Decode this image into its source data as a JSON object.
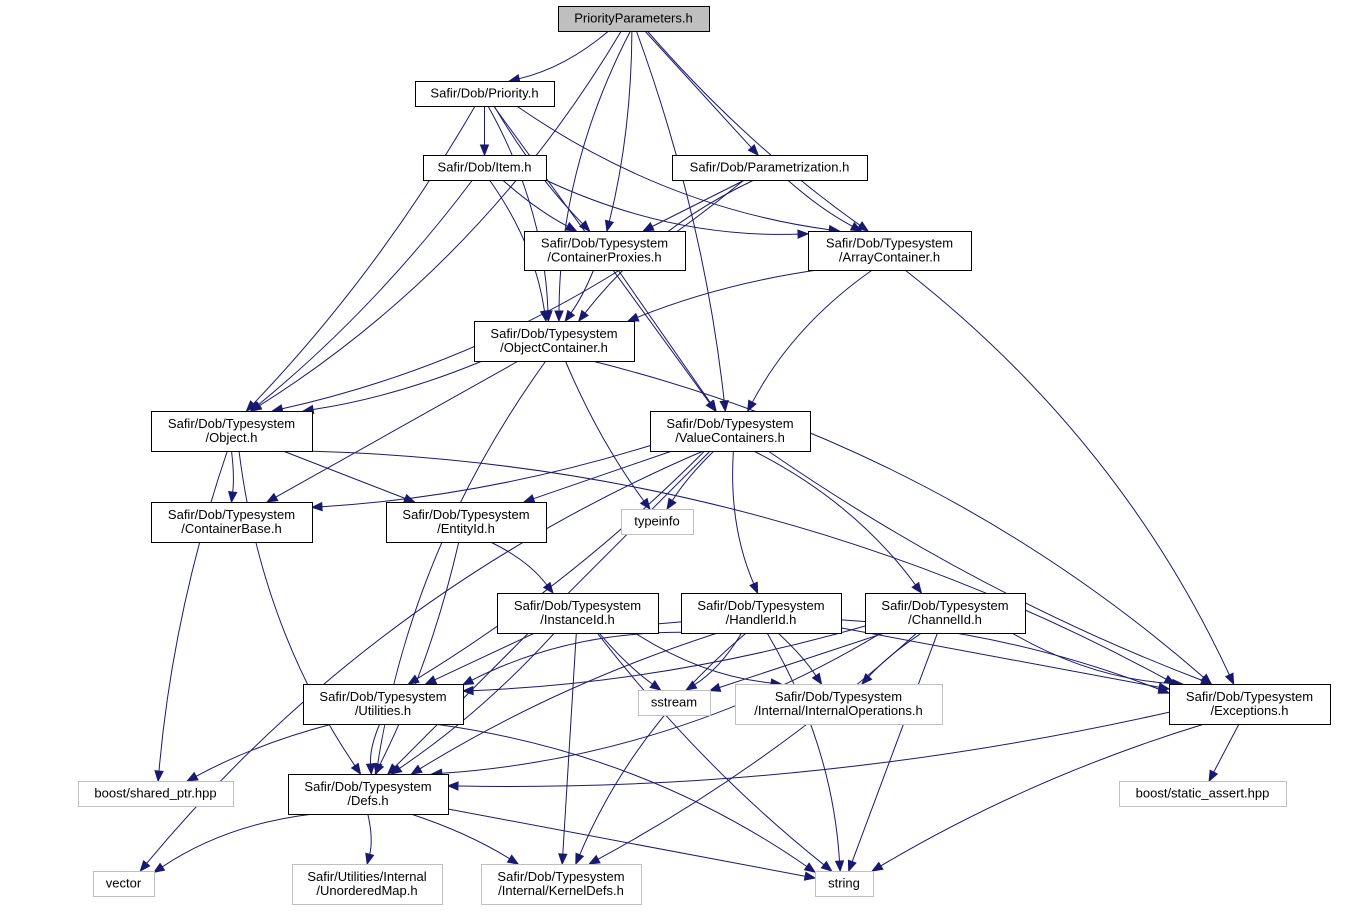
{
  "diagram": {
    "title": "PriorityParameters.h",
    "type": "include-dependency-graph",
    "colors": {
      "edge": "#191970",
      "root_fill": "#bfbfbf",
      "internal_border": "#000000",
      "external_border": "#bfbfbf"
    },
    "nodes": [
      {
        "id": "root",
        "lines": [
          "PriorityParameters.h"
        ],
        "kind": "root"
      },
      {
        "id": "priority",
        "lines": [
          "Safir/Dob/Priority.h"
        ],
        "kind": "internal"
      },
      {
        "id": "item",
        "lines": [
          "Safir/Dob/Item.h"
        ],
        "kind": "internal"
      },
      {
        "id": "parametrization",
        "lines": [
          "Safir/Dob/Parametrization.h"
        ],
        "kind": "internal"
      },
      {
        "id": "containerproxies",
        "lines": [
          "Safir/Dob/Typesystem",
          "/ContainerProxies.h"
        ],
        "kind": "internal"
      },
      {
        "id": "arraycontainer",
        "lines": [
          "Safir/Dob/Typesystem",
          "/ArrayContainer.h"
        ],
        "kind": "internal"
      },
      {
        "id": "objectcontainer",
        "lines": [
          "Safir/Dob/Typesystem",
          "/ObjectContainer.h"
        ],
        "kind": "internal"
      },
      {
        "id": "object",
        "lines": [
          "Safir/Dob/Typesystem",
          "/Object.h"
        ],
        "kind": "internal"
      },
      {
        "id": "valuecontainers",
        "lines": [
          "Safir/Dob/Typesystem",
          "/ValueContainers.h"
        ],
        "kind": "internal"
      },
      {
        "id": "containerbase",
        "lines": [
          "Safir/Dob/Typesystem",
          "/ContainerBase.h"
        ],
        "kind": "internal"
      },
      {
        "id": "entityid",
        "lines": [
          "Safir/Dob/Typesystem",
          "/EntityId.h"
        ],
        "kind": "internal"
      },
      {
        "id": "typeinfo",
        "lines": [
          "typeinfo"
        ],
        "kind": "external"
      },
      {
        "id": "instanceid",
        "lines": [
          "Safir/Dob/Typesystem",
          "/InstanceId.h"
        ],
        "kind": "internal"
      },
      {
        "id": "handlerid",
        "lines": [
          "Safir/Dob/Typesystem",
          "/HandlerId.h"
        ],
        "kind": "internal"
      },
      {
        "id": "channelid",
        "lines": [
          "Safir/Dob/Typesystem",
          "/ChannelId.h"
        ],
        "kind": "internal"
      },
      {
        "id": "utilities",
        "lines": [
          "Safir/Dob/Typesystem",
          "/Utilities.h"
        ],
        "kind": "internal"
      },
      {
        "id": "sstream",
        "lines": [
          "sstream"
        ],
        "kind": "external"
      },
      {
        "id": "internalops",
        "lines": [
          "Safir/Dob/Typesystem",
          "/Internal/InternalOperations.h"
        ],
        "kind": "external"
      },
      {
        "id": "exceptions",
        "lines": [
          "Safir/Dob/Typesystem",
          "/Exceptions.h"
        ],
        "kind": "internal"
      },
      {
        "id": "sharedptr",
        "lines": [
          "boost/shared_ptr.hpp"
        ],
        "kind": "external"
      },
      {
        "id": "defs",
        "lines": [
          "Safir/Dob/Typesystem",
          "/Defs.h"
        ],
        "kind": "internal"
      },
      {
        "id": "staticassert",
        "lines": [
          "boost/static_assert.hpp"
        ],
        "kind": "external"
      },
      {
        "id": "vector",
        "lines": [
          "vector"
        ],
        "kind": "external"
      },
      {
        "id": "unorderedmap",
        "lines": [
          "Safir/Utilities/Internal",
          "/UnorderedMap.h"
        ],
        "kind": "external"
      },
      {
        "id": "kerneldefs",
        "lines": [
          "Safir/Dob/Typesystem",
          "/Internal/KernelDefs.h"
        ],
        "kind": "external"
      },
      {
        "id": "string",
        "lines": [
          "string"
        ],
        "kind": "external"
      }
    ],
    "edges": [
      [
        "root",
        "priority"
      ],
      [
        "root",
        "containerproxies"
      ],
      [
        "root",
        "parametrization"
      ],
      [
        "root",
        "arraycontainer"
      ],
      [
        "root",
        "objectcontainer"
      ],
      [
        "root",
        "object"
      ],
      [
        "root",
        "valuecontainers"
      ],
      [
        "priority",
        "item"
      ],
      [
        "priority",
        "containerproxies"
      ],
      [
        "priority",
        "arraycontainer"
      ],
      [
        "priority",
        "objectcontainer"
      ],
      [
        "priority",
        "object"
      ],
      [
        "priority",
        "valuecontainers"
      ],
      [
        "item",
        "containerproxies"
      ],
      [
        "item",
        "arraycontainer"
      ],
      [
        "item",
        "objectcontainer"
      ],
      [
        "item",
        "object"
      ],
      [
        "parametrization",
        "containerproxies"
      ],
      [
        "parametrization",
        "arraycontainer"
      ],
      [
        "parametrization",
        "objectcontainer"
      ],
      [
        "parametrization",
        "object"
      ],
      [
        "containerproxies",
        "objectcontainer"
      ],
      [
        "containerproxies",
        "valuecontainers"
      ],
      [
        "arraycontainer",
        "objectcontainer"
      ],
      [
        "arraycontainer",
        "valuecontainers"
      ],
      [
        "arraycontainer",
        "exceptions"
      ],
      [
        "objectcontainer",
        "object"
      ],
      [
        "objectcontainer",
        "containerbase"
      ],
      [
        "objectcontainer",
        "typeinfo"
      ],
      [
        "objectcontainer",
        "defs"
      ],
      [
        "objectcontainer",
        "exceptions"
      ],
      [
        "object",
        "containerbase"
      ],
      [
        "object",
        "entityid"
      ],
      [
        "object",
        "sharedptr"
      ],
      [
        "object",
        "defs"
      ],
      [
        "object",
        "exceptions"
      ],
      [
        "valuecontainers",
        "containerbase"
      ],
      [
        "valuecontainers",
        "entityid"
      ],
      [
        "valuecontainers",
        "typeinfo"
      ],
      [
        "valuecontainers",
        "handlerid"
      ],
      [
        "valuecontainers",
        "channelid"
      ],
      [
        "valuecontainers",
        "utilities"
      ],
      [
        "valuecontainers",
        "defs"
      ],
      [
        "valuecontainers",
        "exceptions"
      ],
      [
        "valuecontainers",
        "vector"
      ],
      [
        "entityid",
        "instanceid"
      ],
      [
        "entityid",
        "defs"
      ],
      [
        "instanceid",
        "utilities"
      ],
      [
        "instanceid",
        "sstream"
      ],
      [
        "instanceid",
        "internalops"
      ],
      [
        "instanceid",
        "exceptions"
      ],
      [
        "instanceid",
        "defs"
      ],
      [
        "instanceid",
        "kerneldefs"
      ],
      [
        "instanceid",
        "string"
      ],
      [
        "handlerid",
        "utilities"
      ],
      [
        "handlerid",
        "sstream"
      ],
      [
        "handlerid",
        "internalops"
      ],
      [
        "handlerid",
        "exceptions"
      ],
      [
        "handlerid",
        "defs"
      ],
      [
        "handlerid",
        "kerneldefs"
      ],
      [
        "handlerid",
        "string"
      ],
      [
        "channelid",
        "utilities"
      ],
      [
        "channelid",
        "sstream"
      ],
      [
        "channelid",
        "internalops"
      ],
      [
        "channelid",
        "exceptions"
      ],
      [
        "channelid",
        "defs"
      ],
      [
        "channelid",
        "kerneldefs"
      ],
      [
        "channelid",
        "string"
      ],
      [
        "utilities",
        "sharedptr"
      ],
      [
        "utilities",
        "defs"
      ],
      [
        "utilities",
        "string"
      ],
      [
        "exceptions",
        "defs"
      ],
      [
        "exceptions",
        "staticassert"
      ],
      [
        "exceptions",
        "string"
      ],
      [
        "defs",
        "vector"
      ],
      [
        "defs",
        "unorderedmap"
      ],
      [
        "defs",
        "kerneldefs"
      ],
      [
        "defs",
        "string"
      ]
    ]
  }
}
